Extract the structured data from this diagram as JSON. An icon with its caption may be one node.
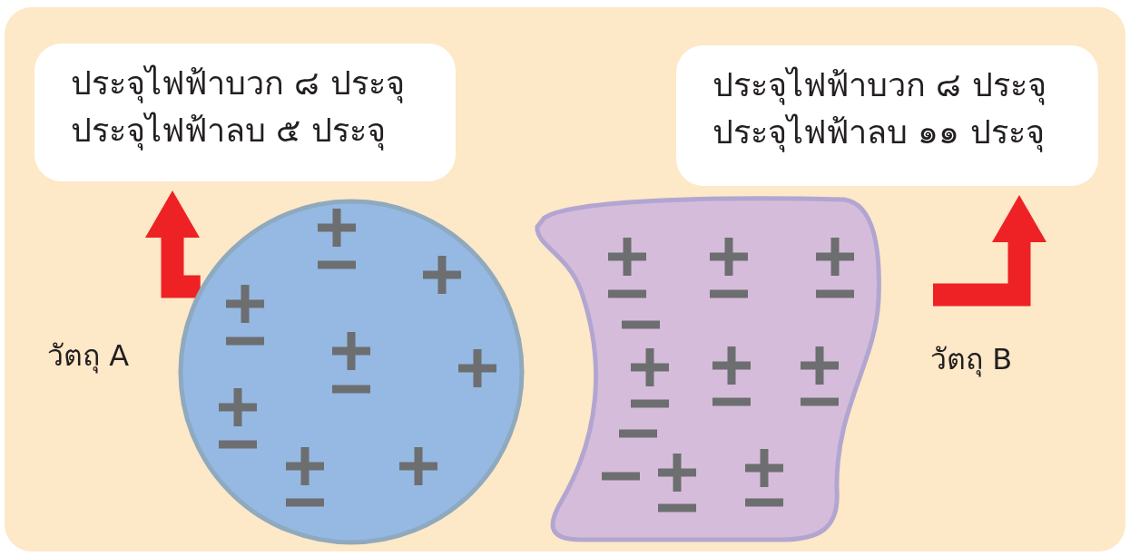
{
  "diagram": {
    "nodes": [
      {
        "text": [
          "ประจุไฟฟ้าบวก ๘ ประจุ",
          "ประจุไฟฟ้าลบ ๕ ประจุ"
        ]
      },
      {
        "text": [
          "ประจุไฟฟ้าบวก ๘ ประจุ",
          "ประจุไฟฟ้าลบ ๑๑ ประจุ"
        ]
      },
      {
        "text": [],
        "shape": "circle",
        "beside": [
          "วัตถุ A"
        ]
      },
      {
        "text": [],
        "shape": "box",
        "beside": [
          "วัตถุ B"
        ]
      }
    ],
    "edges": [
      {
        "from": 2,
        "to": 0,
        "arrow": "to",
        "color": "#ee2224"
      },
      {
        "from": null,
        "to": 1,
        "arrow": "to",
        "color": "#ee2224"
      }
    ]
  }
}
